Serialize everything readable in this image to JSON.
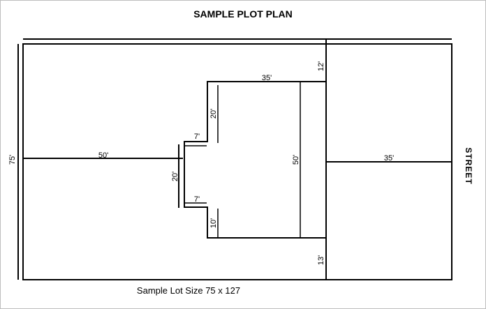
{
  "title": "SAMPLE PLOT PLAN",
  "caption": "Sample Lot Size  75 x 127",
  "street_label": "STREET",
  "dimensions": {
    "lot_depth": "75'",
    "rear_setback": "50'",
    "house_width": "35'",
    "house_depth": "50'",
    "upper_wing_depth": "20'",
    "upper_notch": "7'",
    "middle_offset": "20'",
    "lower_notch": "7'",
    "lower_wing_depth": "10'",
    "side_yard_top": "12'",
    "side_yard_bottom": "13'",
    "front_setback": "35'"
  },
  "colors": {
    "line": "#000000",
    "background": "#ffffff",
    "frame": "#bdbdbd"
  }
}
